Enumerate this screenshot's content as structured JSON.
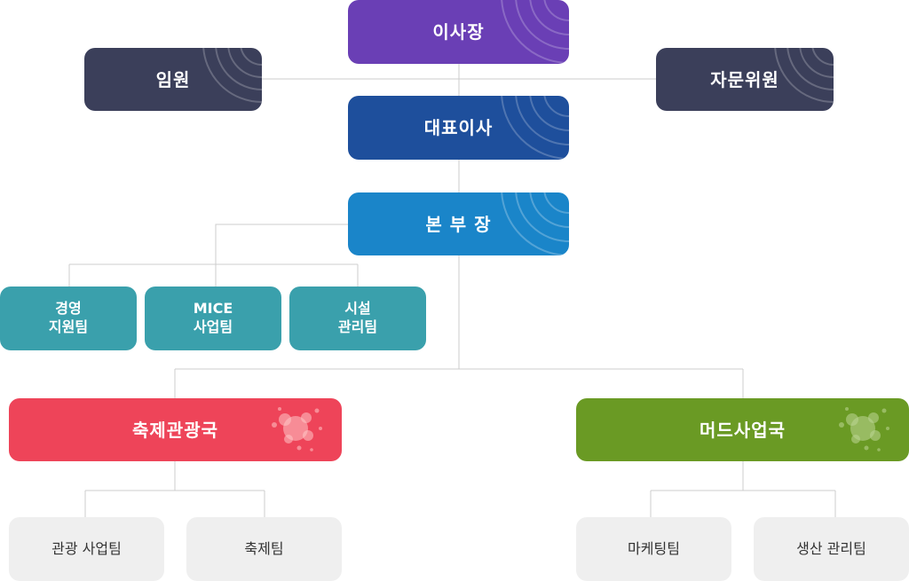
{
  "chart": {
    "chairman": "이사장",
    "executives": "임원",
    "advisors": "자문위원",
    "ceo": "대표이사",
    "director": "본 부 장",
    "teams_top": [
      {
        "label": "경영\n지원팀"
      },
      {
        "label": "MICE\n사업팀"
      },
      {
        "label": "시설\n관리팀"
      }
    ],
    "festival_bureau": {
      "label": "축제관광국",
      "teams": [
        "관광 사업팀",
        "축제팀"
      ]
    },
    "mud_bureau": {
      "label": "머드사업국",
      "teams": [
        "마케팅팀",
        "생산 관리팀"
      ]
    }
  },
  "colors": {
    "purple": "#6a3fb5",
    "navy": "#3b3f5a",
    "blue": "#1e4f9c",
    "sky": "#1a85c9",
    "teal": "#3aa0ac",
    "red": "#ee4459",
    "green": "#6a9a24",
    "leaf": "#efefef",
    "line": "#cccccc"
  }
}
